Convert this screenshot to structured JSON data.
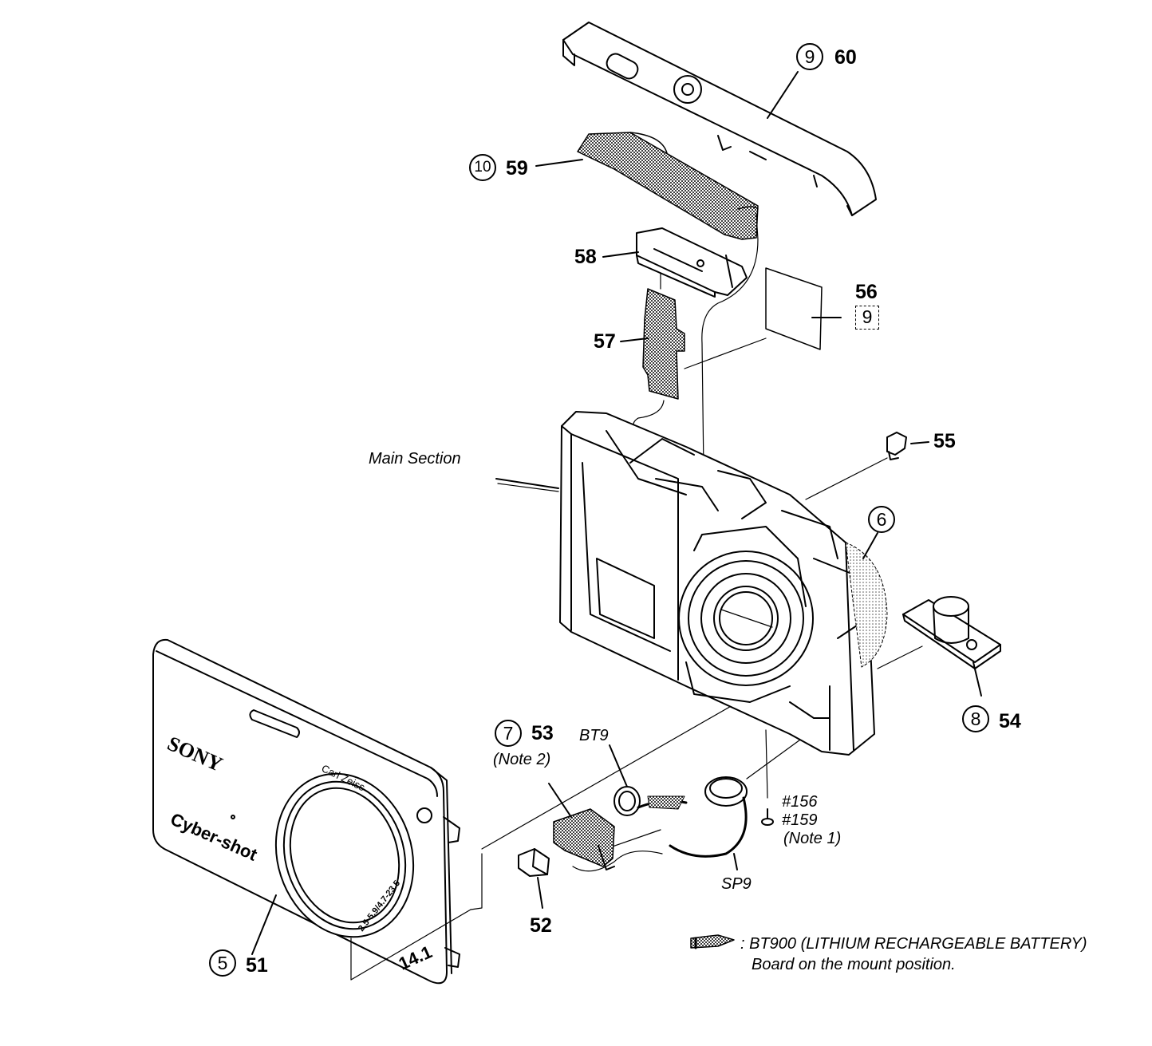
{
  "callouts": {
    "p60": {
      "circle": "9",
      "part": "60"
    },
    "p59": {
      "circle": "10",
      "part": "59"
    },
    "p58": {
      "part": "58"
    },
    "p56": {
      "part": "56",
      "box": "9"
    },
    "p57": {
      "part": "57"
    },
    "p55": {
      "part": "55"
    },
    "p6": {
      "circle": "6"
    },
    "p54": {
      "circle": "8",
      "part": "54"
    },
    "p53": {
      "circle": "7",
      "part": "53",
      "note": "(Note 2)"
    },
    "p52": {
      "part": "52"
    },
    "p51": {
      "circle": "5",
      "part": "51"
    },
    "bt9": "BT9",
    "sp9": "SP9",
    "screws": {
      "s1": "#156",
      "s2": "#159",
      "note": "(Note 1)"
    },
    "main_section": "Main Section"
  },
  "printed_marks": {
    "brand": "SONY",
    "model": "Cyber-shot",
    "lens": "Carl Zeiss",
    "lens_spec": "2.5-5.9/4.7-23.5",
    "megapixels": "14.1"
  },
  "legend": {
    "line1": ": BT900 (LITHIUM RECHARGEABLE BATTERY)",
    "line2": "Board on the mount position."
  }
}
